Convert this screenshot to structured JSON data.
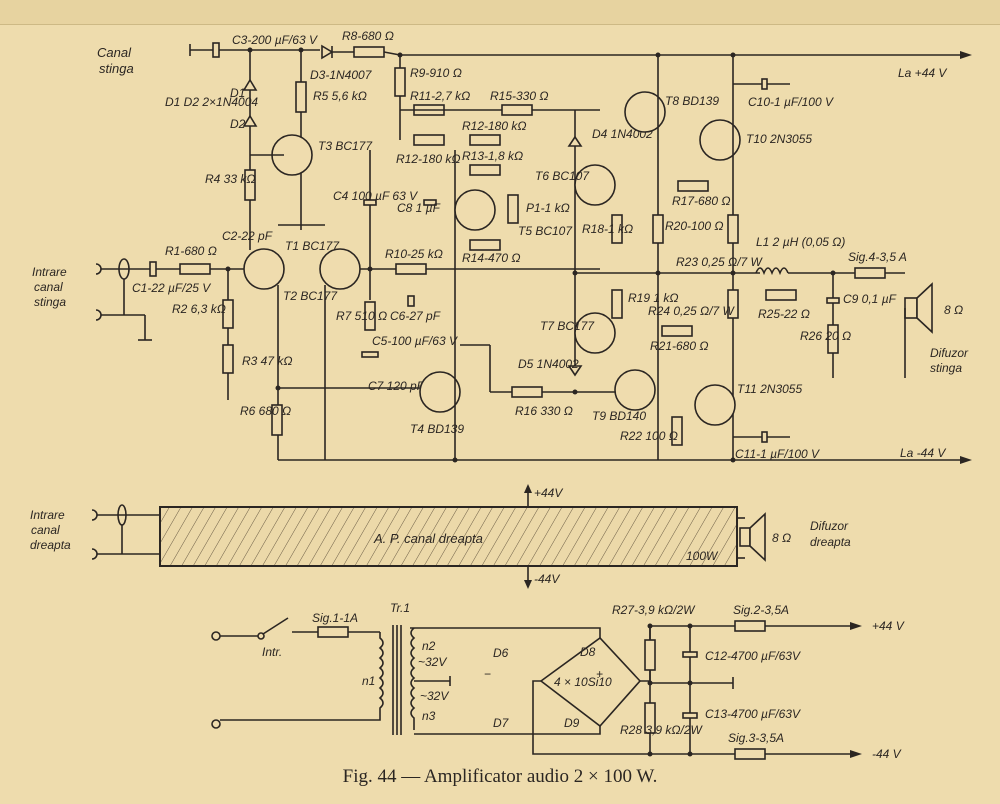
{
  "figure": {
    "caption": "Fig. 44 — Amplificator audio 2 × 100 W."
  },
  "left_channel": {
    "title_line1": "Canal",
    "title_line2": "stinga",
    "input_label": [
      "Intrare",
      "canal",
      "stinga"
    ],
    "speaker_label": [
      "Difuzor",
      "stinga"
    ],
    "speaker_impedance": "8 Ω",
    "supply_pos": "La +44 V",
    "supply_neg": "La -44 V",
    "components": {
      "C1": "C1-22 µF/25 V",
      "R1": "R1-680 Ω",
      "C2": "C2-22 pF",
      "R2": "R2 6,3 kΩ",
      "R3": "R3 47 kΩ",
      "R4": "R4 33 kΩ",
      "R5": "R5 5,6 kΩ",
      "R6": "R6 680 Ω",
      "R7": "R7 510 Ω",
      "R8": "R8-680 Ω",
      "R9": "R9-910 Ω",
      "R10": "R10-25 kΩ",
      "R11": "R11-2,7 kΩ",
      "R12a": "R12-180 kΩ",
      "R12b": "R12-180 kΩ",
      "R13": "R13-1,8 kΩ",
      "R14": "R14-470 Ω",
      "R15": "R15-330 Ω",
      "R16": "R16 330 Ω",
      "R17": "R17-680 Ω",
      "R18": "R18-1 kΩ",
      "R19": "R19 1 kΩ",
      "R20": "R20-100 Ω",
      "R21": "R21-680 Ω",
      "R22": "R22 100 Ω",
      "R23": "R23 0,25 Ω/7 W",
      "R24": "R24 0,25 Ω/7 W",
      "R25": "R25-22 Ω",
      "R26": "R26 20 Ω",
      "P1": "P1-1 kΩ",
      "C3": "C3-200 µF/63 V",
      "C4": "C4 100 µF 63 V",
      "C5": "C5-100 µF/63 V",
      "C6": "C6-27 pF",
      "C7": "C7 120 pF",
      "C8": "C8 1 µF",
      "C9": "C9 0,1 µF",
      "C10": "C10-1 µF/100 V",
      "C11": "C11-1 µF/100 V",
      "D1D2": "D1 D2 2×1N4004",
      "D3": "D3-1N4007",
      "D4": "D4 1N4002",
      "D5": "D5 1N4002",
      "L1": "L1 2 µH (0,05 Ω)",
      "Sig4": "Sig.4-3,5 A",
      "T1": "T1 BC177",
      "T2": "T2 BC177",
      "T3": "T3 BC177",
      "T4": "T4 BD139",
      "T5": "T5 BC107",
      "T6": "T6 BC107",
      "T7": "T7 BC177",
      "T8": "T8 BD139",
      "T9": "T9 BD140",
      "T10": "T10 2N3055",
      "T11": "T11 2N3055"
    }
  },
  "right_channel": {
    "input_label": [
      "Intrare",
      "canal",
      "dreapta"
    ],
    "block_label": "A. P. canal dreapta",
    "power_label": "100W",
    "supply_pos": "+44V",
    "supply_neg": "-44V",
    "speaker_label": [
      "Difuzor",
      "dreapta"
    ],
    "speaker_impedance": "8 Ω"
  },
  "power_supply": {
    "switch": "Intr.",
    "fuse1": "Sig.1-1A",
    "transformer": "Tr.1",
    "primary": "n1",
    "secondary_top": "n2",
    "secondary_bottom": "n3",
    "voltage_top": "~32V",
    "voltage_bottom": "~32V",
    "bridge": "4 × 10Si10",
    "diodes": [
      "D6",
      "D7",
      "D8",
      "D9"
    ],
    "minus": "−",
    "plus": "+",
    "R27": "R27-3,9 kΩ/2W",
    "R28": "R28 3,9 kΩ/2W",
    "C12": "C12-4700 µF/63V",
    "C13": "C13-4700 µF/63V",
    "fuse2": "Sig.2-3,5A",
    "fuse3": "Sig.3-3,5A",
    "out_pos": "+44 V",
    "out_neg": "-44 V"
  }
}
